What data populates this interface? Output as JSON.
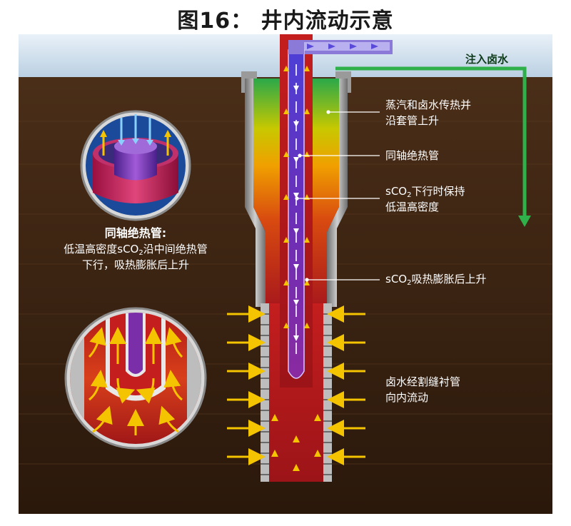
{
  "title": "图16： 井内流动示意",
  "labels": {
    "inject_brine": "注入卤水",
    "steam_brine_line1": "蒸汽和卤水传热并",
    "steam_brine_line2": "沿套管上升",
    "coaxial_pipe": "同轴绝热管",
    "sco2_down_pre": "sCO",
    "sco2_down_sub": "2",
    "sco2_down_post": "下行时保持",
    "sco2_down_line2": "低温高密度",
    "sco2_up_pre": "sCO",
    "sco2_up_sub": "2",
    "sco2_up_post": "吸热膨胀后上升",
    "brine_in_line1": "卤水经割缝衬管",
    "brine_in_line2": "向内流动"
  },
  "inset": {
    "heading": "同轴绝热管:",
    "line1_pre": "低温高密度sCO",
    "line1_sub": "2",
    "line1_post": "沿中间绝热管",
    "line2": "下行，吸热膨胀后上升"
  },
  "colors": {
    "sky": "#c9dbea",
    "ground": "#3b2413",
    "casing": "#9a9a9a",
    "hot": "#b01a1a",
    "warm": "#f0a000",
    "cool": "#1fa040",
    "sco2": "#7a2fa8",
    "inject_arrow": "#2fb04a",
    "heat_arrow": "#f5c400"
  }
}
